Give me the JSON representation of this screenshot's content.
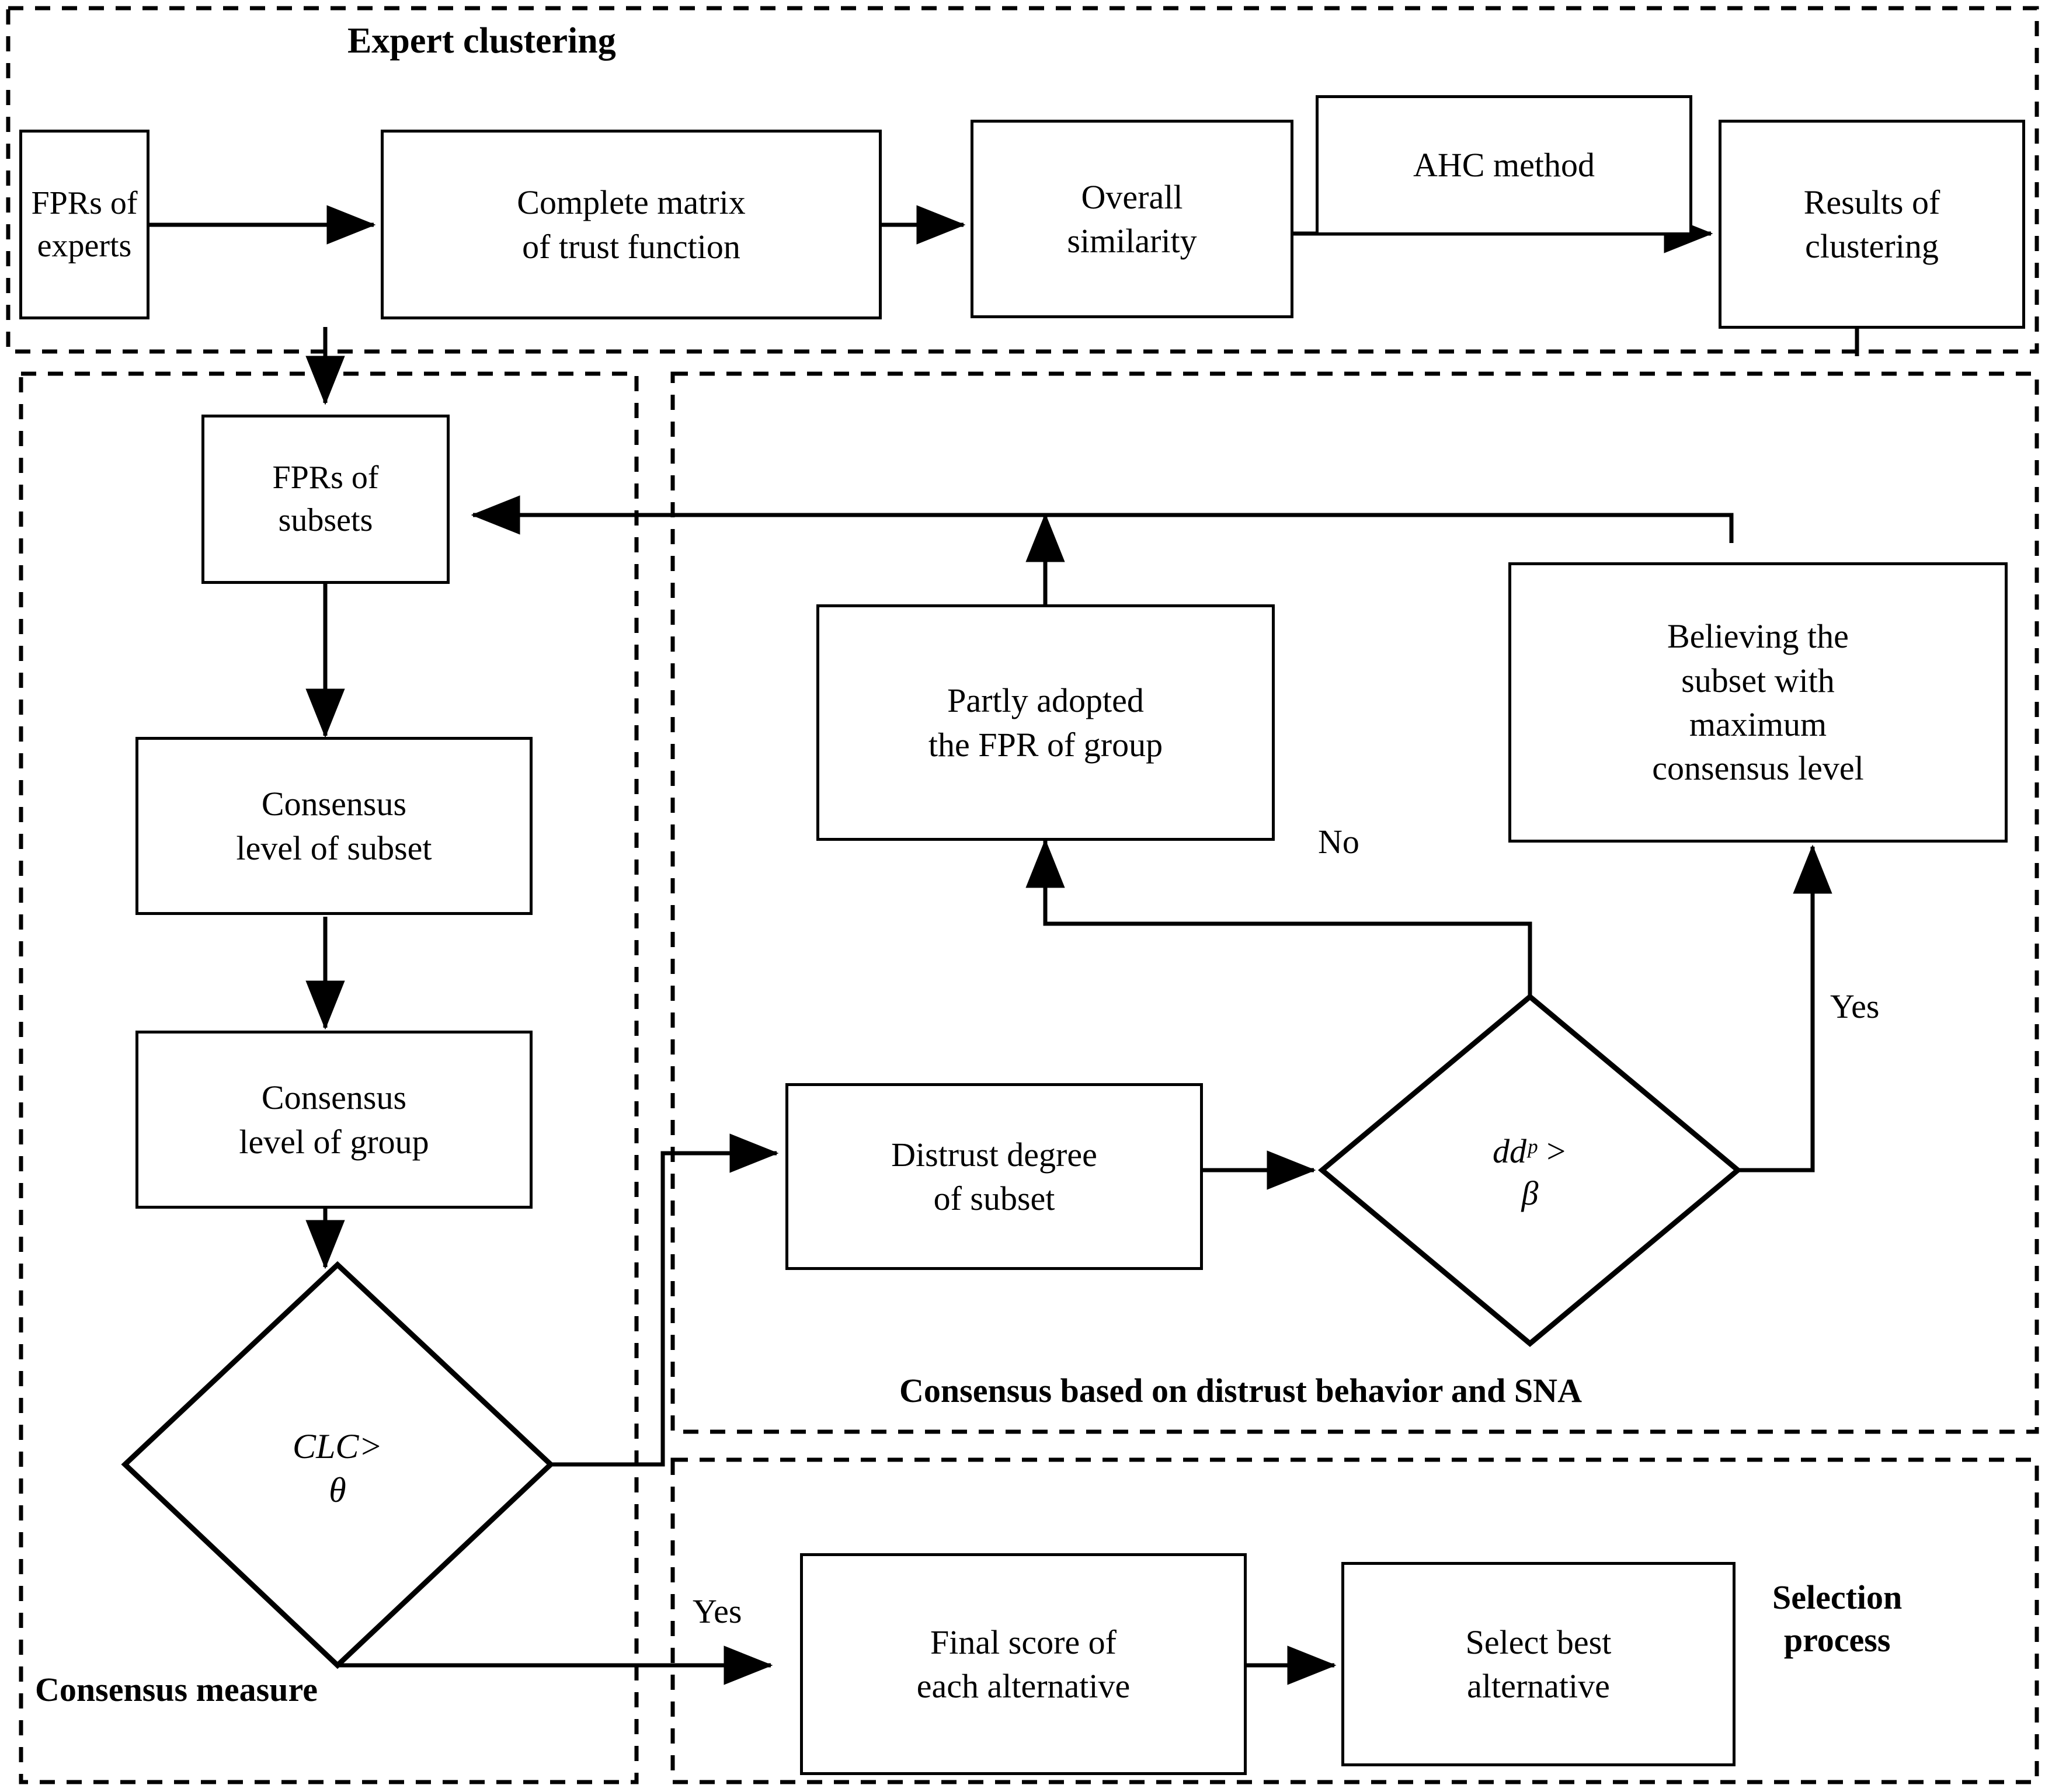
{
  "diagram": {
    "title": "Consensus reaching process flowchart",
    "stroke_color": "#000000",
    "background_color": "#ffffff"
  },
  "groups": [
    {
      "id": "expert-clustering",
      "label": "Expert clustering"
    },
    {
      "id": "consensus-measure",
      "label": "Consensus measure"
    },
    {
      "id": "distrust-sna",
      "label": "Consensus based on distrust behavior and SNA"
    },
    {
      "id": "selection-process",
      "label": "Selection\nprocess"
    },
    {
      "id": "selection-process-l1",
      "label": "Selection"
    },
    {
      "id": "selection-process-l2",
      "label": "process"
    }
  ],
  "nodes": {
    "fprs_of_experts": {
      "lines": [
        "FPRs of",
        "experts"
      ]
    },
    "complete_matrix": {
      "lines": [
        "Complete matrix",
        "of trust function"
      ]
    },
    "overall_similarity": {
      "lines": [
        "Overall",
        "similarity"
      ]
    },
    "ahc_method": {
      "lines": [
        "AHC method"
      ]
    },
    "results_of_clustering": {
      "lines": [
        "Results  of",
        "clustering"
      ]
    },
    "fprs_of_subsets": {
      "lines": [
        "FPRs of",
        "subsets"
      ]
    },
    "consensus_level_subset": {
      "lines": [
        "Consensus",
        "level of subset"
      ]
    },
    "consensus_level_group": {
      "lines": [
        "Consensus",
        "level of group"
      ]
    },
    "partly_adopted": {
      "lines": [
        "Partly adopted",
        "the FPR of group"
      ]
    },
    "believing_subset": {
      "lines": [
        "Believing the",
        "subset with",
        "maximum",
        "consensus level"
      ]
    },
    "distrust_degree": {
      "lines": [
        "Distrust degree",
        "of subset"
      ]
    },
    "final_score": {
      "lines": [
        "Final score of",
        "each alternative"
      ]
    },
    "select_best": {
      "lines": [
        "Select best",
        "alternative"
      ]
    }
  },
  "decisions": {
    "clc_theta": {
      "line1": "CLC>",
      "line2": "θ"
    },
    "ddp_beta": {
      "line1": "ddᵖ >",
      "line2": "β"
    }
  },
  "edge_labels": {
    "no_branch": "No",
    "yes_branch_ddp": "Yes",
    "yes_branch_clc": "Yes"
  },
  "chart_data": {
    "type": "flowchart",
    "title": "Consensus reaching process with expert clustering, consensus measure, distrust behavior/SNA and selection",
    "containers": [
      {
        "name": "Expert clustering",
        "members": [
          "FPRs of experts",
          "Complete matrix of trust function",
          "Overall similarity",
          "AHC method",
          "Results of clustering"
        ]
      },
      {
        "name": "Consensus measure",
        "members": [
          "FPRs of subsets",
          "Consensus level of subset",
          "Consensus level of group",
          "CLC>θ"
        ]
      },
      {
        "name": "Consensus based on distrust behavior and SNA",
        "members": [
          "Partly adopted the FPR of group",
          "Believing the subset with maximum consensus level",
          "Distrust degree of subset",
          "ddᵖ > β"
        ]
      },
      {
        "name": "Selection process",
        "members": [
          "Final score of each alternative",
          "Select best alternative"
        ]
      }
    ],
    "edges": [
      {
        "from": "FPRs of experts",
        "to": "Complete matrix of trust function",
        "label": ""
      },
      {
        "from": "Complete matrix of trust function",
        "to": "Overall similarity",
        "label": ""
      },
      {
        "from": "Overall similarity",
        "to": "Results of clustering",
        "label": "AHC method"
      },
      {
        "from": "Results of clustering",
        "to": "FPRs of subsets",
        "label": ""
      },
      {
        "from": "FPRs of subsets",
        "to": "Consensus level of subset",
        "label": ""
      },
      {
        "from": "Consensus level of subset",
        "to": "Consensus level of group",
        "label": ""
      },
      {
        "from": "Consensus level of group",
        "to": "CLC>θ",
        "label": ""
      },
      {
        "from": "CLC>θ",
        "to": "Distrust degree of subset",
        "label": "No"
      },
      {
        "from": "CLC>θ",
        "to": "Final score of each alternative",
        "label": "Yes"
      },
      {
        "from": "Distrust degree of subset",
        "to": "ddᵖ > β",
        "label": ""
      },
      {
        "from": "ddᵖ > β",
        "to": "Partly adopted the FPR of group",
        "label": "No"
      },
      {
        "from": "ddᵖ > β",
        "to": "Believing the subset with maximum consensus level",
        "label": "Yes"
      },
      {
        "from": "Partly adopted the FPR of group",
        "to": "FPRs of subsets",
        "label": ""
      },
      {
        "from": "Believing the subset with maximum consensus level",
        "to": "FPRs of subsets",
        "label": ""
      },
      {
        "from": "Final score of each alternative",
        "to": "Select best alternative",
        "label": ""
      }
    ]
  }
}
